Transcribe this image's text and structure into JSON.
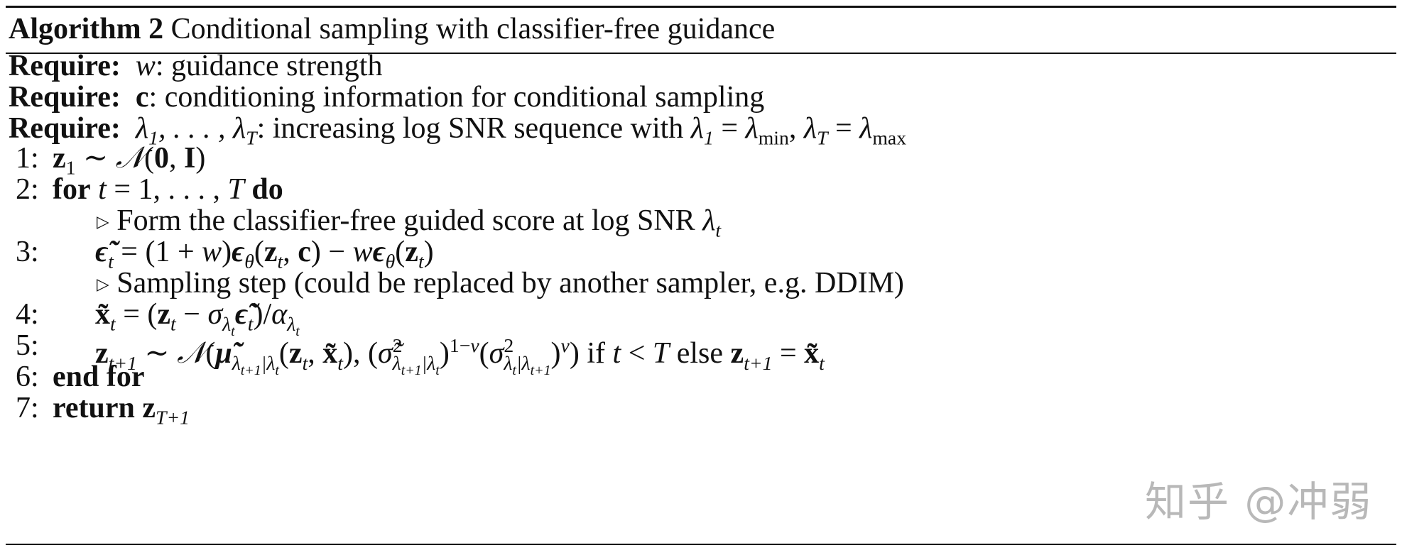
{
  "caption": {
    "label": "Algorithm 2",
    "title": "Conditional sampling with classifier-free guidance"
  },
  "requires": [
    {
      "keyword": "Require:",
      "symbol": "w",
      "text": ": guidance strength"
    },
    {
      "keyword": "Require:",
      "symbol": "c",
      "text": ": conditioning information for conditional sampling"
    },
    {
      "keyword": "Require:",
      "text": ": increasing log SNR sequence with"
    }
  ],
  "steps": [
    {
      "num": "1:"
    },
    {
      "num": "2:",
      "kw_for": "for",
      "kw_do": "do"
    },
    {
      "comment": "Form the classifier-free guided score at log SNR"
    },
    {
      "num": "3:"
    },
    {
      "comment": "Sampling step (could be replaced by another sampler, e.g. DDIM)"
    },
    {
      "num": "4:"
    },
    {
      "num": "5:",
      "if": "if",
      "else": "else"
    },
    {
      "num": "6:",
      "text": "end for"
    },
    {
      "num": "7:",
      "text": "return"
    }
  ],
  "watermark": "知乎 @冲弱"
}
